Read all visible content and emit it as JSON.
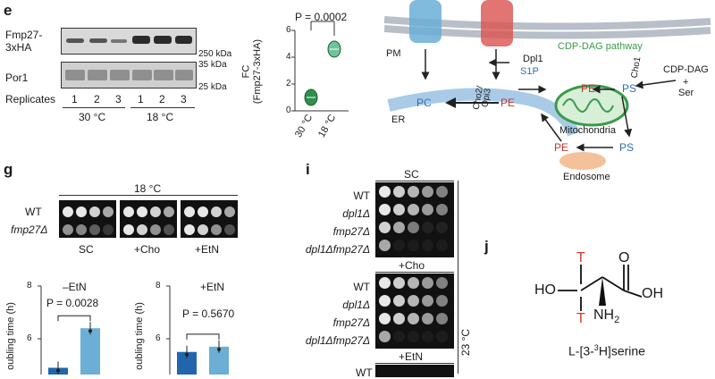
{
  "panel_e": {
    "letter": "e",
    "blot_labels": [
      "Fmp27-",
      "3xHA",
      "Por1",
      "Replicates"
    ],
    "mw": [
      "250 kDa",
      "35 kDa",
      "25 kDa"
    ],
    "replicates": [
      "1",
      "2",
      "3",
      "1",
      "2",
      "3"
    ],
    "temps": [
      "30 °C",
      "18 °C"
    ]
  },
  "panel_e_chart": {
    "pvalue": "P = 0.0002",
    "ylabel_1": "FC",
    "ylabel_2": "(Fmp27-3xHA)",
    "yticks": [
      "0",
      "2",
      "4",
      "6"
    ],
    "xlabels": [
      "30 °C",
      "18 °C"
    ]
  },
  "chart_data": [
    {
      "type": "scatter",
      "title": "",
      "ylabel": "FC (Fmp27-3xHA)",
      "categories": [
        "30 °C",
        "18 °C"
      ],
      "values": [
        1.0,
        4.6
      ],
      "ylim": [
        0,
        6
      ],
      "annotation": "P = 0.0002"
    },
    {
      "type": "bar",
      "title": "–EtN",
      "ylabel": "Doubling time (h)",
      "values": [
        4.9,
        6.4
      ],
      "ylim": [
        4.8,
        8
      ],
      "annotation": "P = 0.0028"
    },
    {
      "type": "bar",
      "title": "+EtN",
      "ylabel": "Doubling time (h)",
      "values": [
        5.5,
        5.7
      ],
      "ylim": [
        4.8,
        8
      ],
      "annotation": "P = 0.5670"
    }
  ],
  "diagram": {
    "pm": "PM",
    "dpl1": "Dpl1",
    "s1p": "S1P",
    "cdp_pathway": "CDP-DAG pathway",
    "cho2": "Cho2/",
    "opi3": "Opi3",
    "cho1": "Cho1",
    "cdp_dag": "CDP-DAG",
    "plus": "+",
    "ser": "Ser",
    "pc": "PC",
    "pe": "PE",
    "ps": "PS",
    "er": "ER",
    "mito": "Mitochondria",
    "endosome": "Endosome",
    "colors": {
      "pc": "#2f6fb0",
      "pe": "#c0392b",
      "ps": "#2f6fb0",
      "green": "#3a9a4a"
    }
  },
  "panel_g": {
    "letter": "g",
    "temp": "18 °C",
    "rows": [
      "WT",
      "fmp27Δ"
    ],
    "conditions": [
      "SC",
      "+Cho",
      "+EtN"
    ]
  },
  "panel_g_bars": {
    "title_1": "–EtN",
    "p_1": "P = 0.0028",
    "title_2": "+EtN",
    "p_2": "P = 0.5670",
    "yticks": [
      "8",
      "6"
    ],
    "ylabel": "oubling time (h)"
  },
  "panel_i": {
    "letter": "i",
    "sc": "SC",
    "cho": "+Cho",
    "etn": "+EtN",
    "rows": [
      "WT",
      "dpl1Δ",
      "fmp27Δ",
      "dpl1Δfmp27Δ"
    ],
    "temp": "23 °C",
    "cut_label": "WT"
  },
  "panel_j": {
    "letter": "j",
    "t": "T",
    "ho": "HO",
    "oh": "OH",
    "o": "O",
    "nh2": "NH",
    "nh2_sub": "2",
    "name_prefix": "L-[3-",
    "name_sup": "3",
    "name_suffix": "H]serine"
  }
}
